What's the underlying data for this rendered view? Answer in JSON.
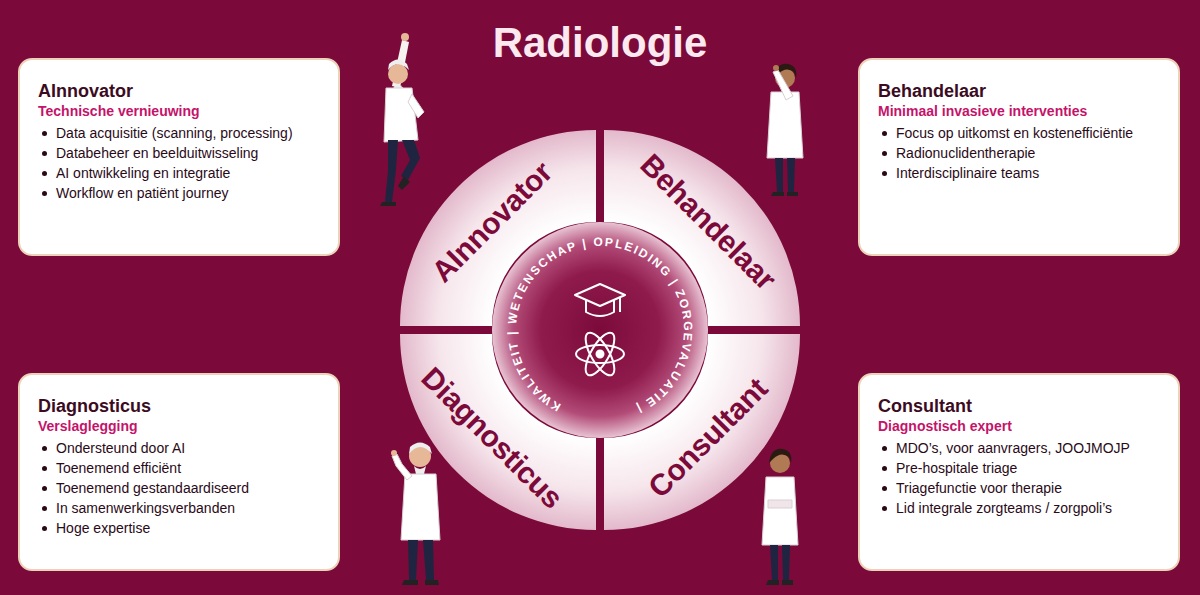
{
  "diagram": {
    "title": "Radiologie",
    "nodes": [
      {
        "text": [
          "AInnovator",
          "Technische vernieuwing",
          "Data acquisitie (scanning, processing)",
          "Databeheer en beelduitwisseling",
          "AI ontwikkeling en integratie",
          "Workflow en patiënt journey"
        ]
      },
      {
        "text": [
          "Behandelaar",
          "Minimaal invasieve interventies",
          "Focus op uitkomst en kostenefficiëntie",
          "Radionuclidentherapie",
          "Interdisciplinaire teams"
        ]
      },
      {
        "text": [
          "AInnovator"
        ]
      },
      {
        "text": [
          "Behandelaar"
        ]
      },
      {
        "text": [
          "KWALITEIT | WETENSCHAP | OPLEIDING | ZORGEVALUATIE |"
        ]
      },
      {
        "text": [
          "Diagnosticus"
        ]
      },
      {
        "text": [
          "Consultant"
        ]
      },
      {
        "text": [
          "Diagnosticus",
          "Verslaglegging",
          "Ondersteund door AI",
          "Toenemend efficiënt",
          "Toenemend gestandaardiseerd",
          "In samenwerkingsverbanden",
          "Hoge expertise"
        ]
      },
      {
        "text": [
          "Consultant",
          "Diagnostisch expert",
          "MDO’s, voor aanvragers, JOOJMOJP",
          "Pre-hospitale triage",
          "Triagefunctie voor therapie",
          "Lid integrale zorgteams / zorgpoli’s"
        ]
      }
    ]
  }
}
